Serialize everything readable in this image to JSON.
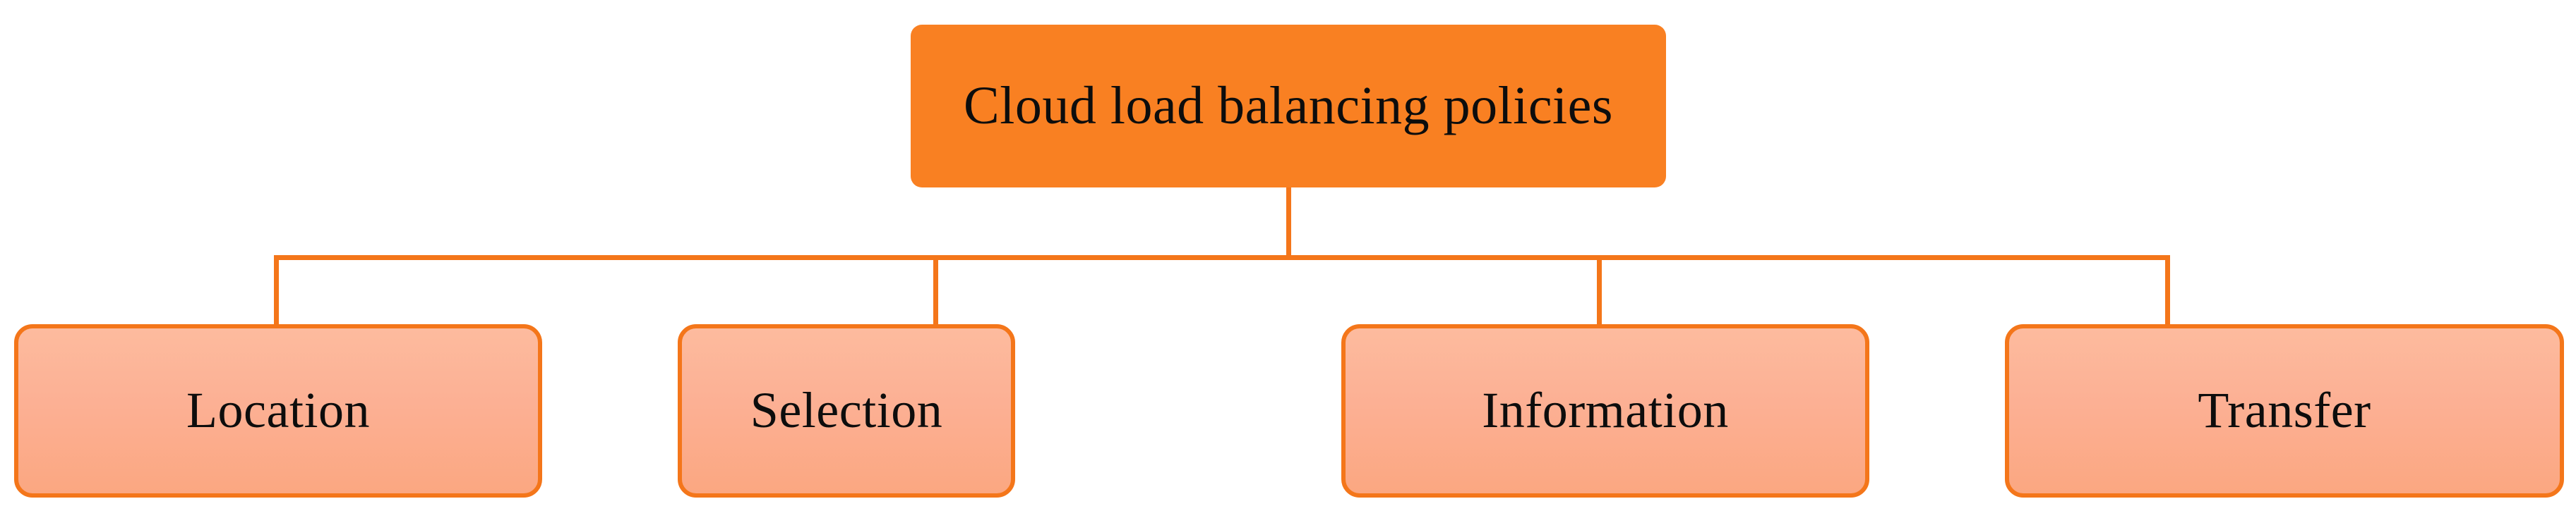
{
  "diagram": {
    "type": "hierarchy-tree",
    "orientation": "top-down",
    "root": {
      "label": "Cloud load balancing policies",
      "fill_color": "#F98022",
      "text_color": "#0D0D0D",
      "shape": "rounded-rectangle"
    },
    "children": [
      {
        "id": "location",
        "label": "Location",
        "fill_color_top": "#FDBB9E",
        "fill_color_bottom": "#FBA781",
        "border_color": "#F4761A",
        "text_color": "#0D0D0D",
        "shape": "rounded-rectangle"
      },
      {
        "id": "selection",
        "label": "Selection",
        "fill_color_top": "#FDBB9E",
        "fill_color_bottom": "#FBA781",
        "border_color": "#F4761A",
        "text_color": "#0D0D0D",
        "shape": "rounded-rectangle"
      },
      {
        "id": "information",
        "label": "Information",
        "fill_color_top": "#FDBB9E",
        "fill_color_bottom": "#FBA781",
        "border_color": "#F4761A",
        "text_color": "#0D0D0D",
        "shape": "rounded-rectangle"
      },
      {
        "id": "transfer",
        "label": "Transfer",
        "fill_color_top": "#FDBB9E",
        "fill_color_bottom": "#FBA781",
        "border_color": "#F4761A",
        "text_color": "#0D0D0D",
        "shape": "rounded-rectangle"
      }
    ],
    "connector": {
      "style": "orthogonal-elbow",
      "color": "#F4761A",
      "edges": [
        {
          "from": "root",
          "to": "location"
        },
        {
          "from": "root",
          "to": "selection"
        },
        {
          "from": "root",
          "to": "information"
        },
        {
          "from": "root",
          "to": "transfer"
        }
      ]
    },
    "background_color": "#FFFFFF"
  }
}
